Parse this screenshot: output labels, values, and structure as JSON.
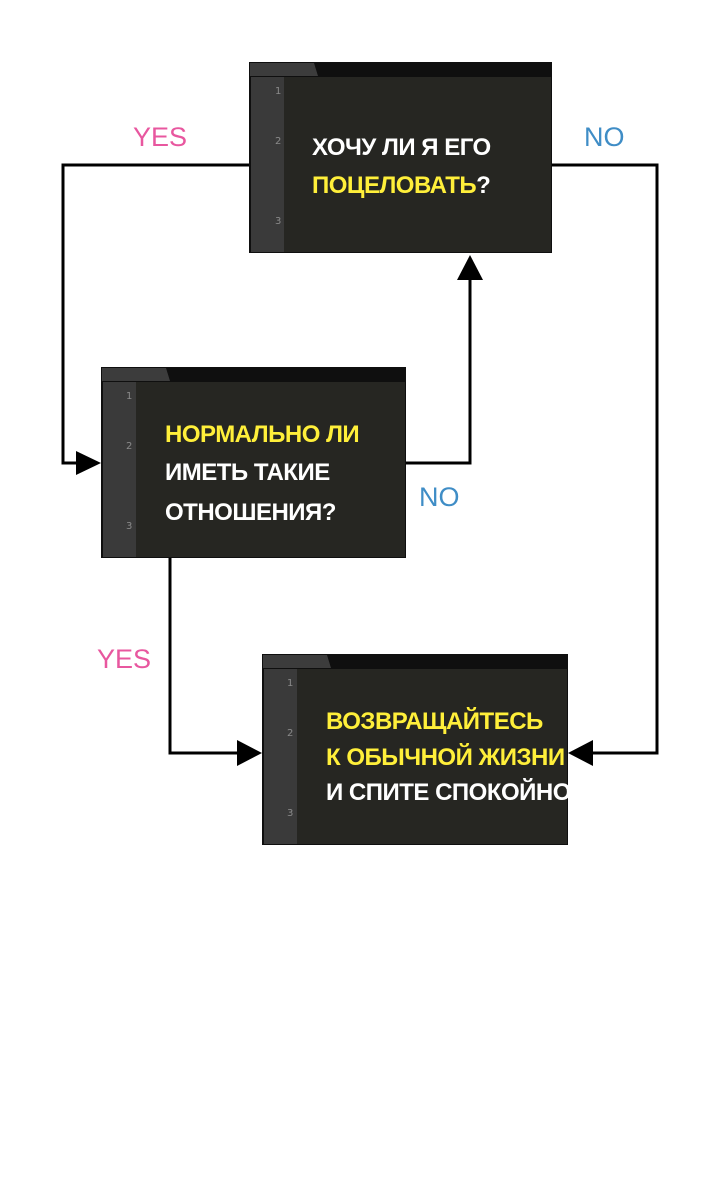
{
  "colors": {
    "white": "#ffffff",
    "yellow": "#ffef3a",
    "yes": "#e8579f",
    "no": "#3f8dc6",
    "panel": "#262622",
    "gutter": "#3a3a3a",
    "frame": "#0f0f0f"
  },
  "nodes": {
    "kiss": {
      "line_numbers": [
        "1",
        "2",
        "3"
      ],
      "line1": [
        {
          "text": "ХОЧУ ЛИ Я ЕГО",
          "color": "white"
        }
      ],
      "line2": [
        {
          "text": "ПОЦЕЛОВАТЬ",
          "color": "yellow"
        },
        {
          "text": "?",
          "color": "white"
        }
      ]
    },
    "normal": {
      "line_numbers": [
        "1",
        "2",
        "3"
      ],
      "line1": [
        {
          "text": "НОРМАЛЬНО ЛИ",
          "color": "yellow"
        }
      ],
      "line2": [
        {
          "text": "ИМЕТЬ ТАКИЕ",
          "color": "white"
        }
      ],
      "line3": [
        {
          "text": "ОТНОШЕНИЯ?",
          "color": "white"
        }
      ]
    },
    "back": {
      "line_numbers": [
        "1",
        "2",
        "3"
      ],
      "line1": [
        {
          "text": "ВОЗВРАЩАЙТЕСЬ",
          "color": "yellow"
        }
      ],
      "line2": [
        {
          "text": "К ОБЫЧНОЙ ЖИЗНИ",
          "color": "yellow"
        }
      ],
      "line3": [
        {
          "text": "И СПИТЕ СПОКОЙНО.",
          "color": "white"
        }
      ]
    }
  },
  "edges": {
    "kiss_yes": "YES",
    "kiss_no": "NO",
    "normal_no": "NO",
    "normal_yes": "YES"
  }
}
